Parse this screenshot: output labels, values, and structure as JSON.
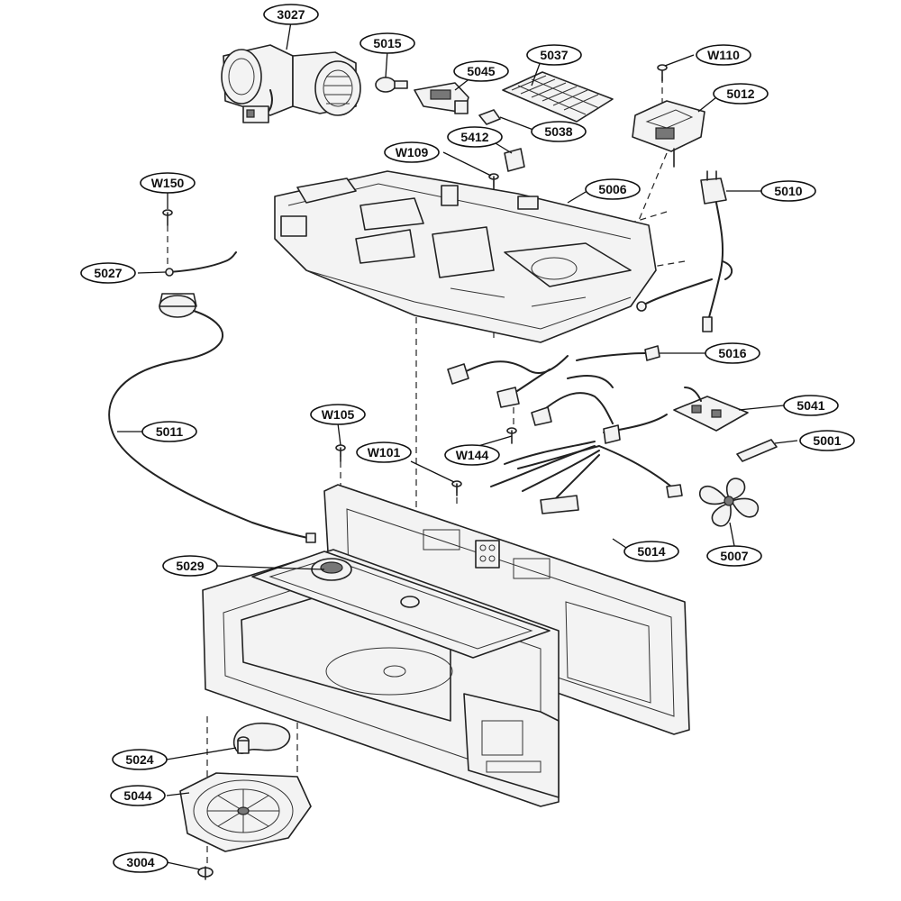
{
  "callouts": [
    {
      "id": "c3027",
      "text": "3027"
    },
    {
      "id": "c5015",
      "text": "5015"
    },
    {
      "id": "c5037",
      "text": "5037"
    },
    {
      "id": "c5045",
      "text": "5045"
    },
    {
      "id": "cW110",
      "text": "W110"
    },
    {
      "id": "c5012",
      "text": "5012"
    },
    {
      "id": "c5038",
      "text": "5038"
    },
    {
      "id": "c5412",
      "text": "5412"
    },
    {
      "id": "cW109",
      "text": "W109"
    },
    {
      "id": "cW150",
      "text": "W150"
    },
    {
      "id": "c5006",
      "text": "5006"
    },
    {
      "id": "c5010",
      "text": "5010"
    },
    {
      "id": "c5027",
      "text": "5027"
    },
    {
      "id": "c5016",
      "text": "5016"
    },
    {
      "id": "c5041",
      "text": "5041"
    },
    {
      "id": "c5011",
      "text": "5011"
    },
    {
      "id": "cW105",
      "text": "W105"
    },
    {
      "id": "c5001",
      "text": "5001"
    },
    {
      "id": "cW101",
      "text": "W101"
    },
    {
      "id": "cW144",
      "text": "W144"
    },
    {
      "id": "c5014",
      "text": "5014"
    },
    {
      "id": "c5007",
      "text": "5007"
    },
    {
      "id": "c5029",
      "text": "5029"
    },
    {
      "id": "c5024",
      "text": "5024"
    },
    {
      "id": "c5044",
      "text": "5044"
    },
    {
      "id": "c3004",
      "text": "3004"
    }
  ]
}
